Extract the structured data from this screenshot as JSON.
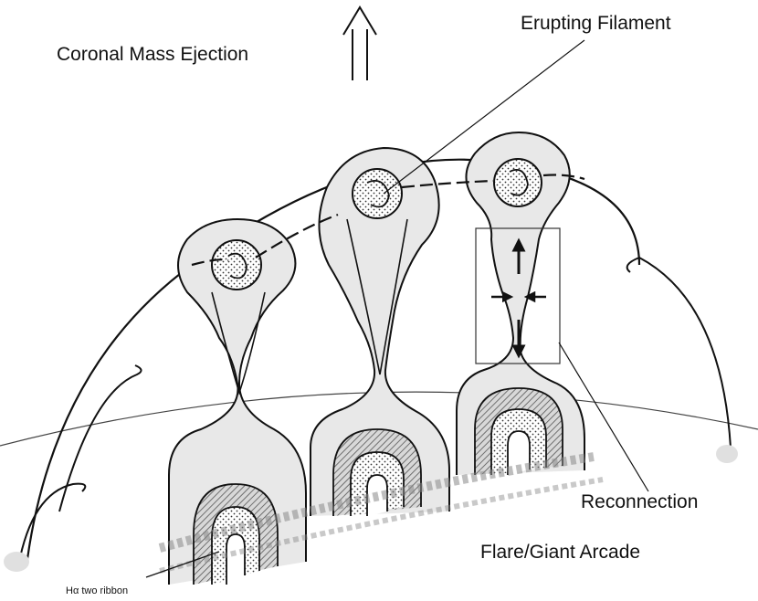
{
  "labels": {
    "cme": "Coronal Mass Ejection",
    "filament": "Erupting Filament",
    "reconnection": "Reconnection",
    "arcade": "Flare/Giant Arcade",
    "ribbon": "Hα two ribbon"
  },
  "colors": {
    "ink": "#111111",
    "shade": "#e0e0e0",
    "hatch": "#555555",
    "dots": "#333333"
  }
}
